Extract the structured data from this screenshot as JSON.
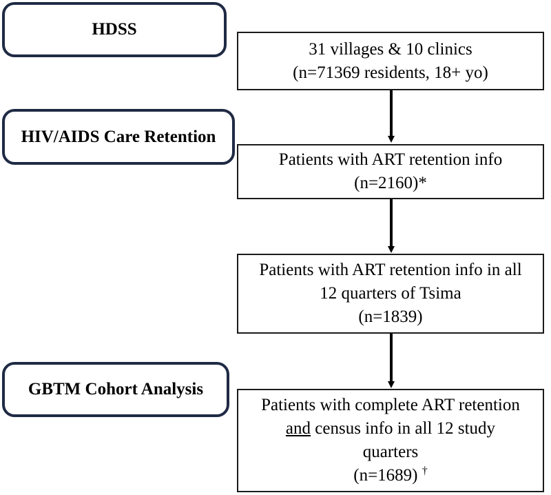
{
  "stages": {
    "hdss": "HDSS",
    "care_retention": "HIV/AIDS Care Retention",
    "gbtm": "GBTM Cohort Analysis"
  },
  "boxes": {
    "b1": {
      "line1": "31 villages & 10 clinics",
      "line2": "(n=71369 residents, 18+ yo)"
    },
    "b2": {
      "line1": "Patients with ART retention info",
      "line2": "(n=2160)*"
    },
    "b3": {
      "line1": "Patients with ART retention info in all",
      "line2": "12 quarters of Tsima",
      "line3": "(n=1839)"
    },
    "b4": {
      "line1": "Patients with complete ART retention",
      "underlined": "and",
      "line2_rest": " census info in all 12 study",
      "line3": "quarters",
      "line4": "(n=1689) ",
      "dagger": "†"
    }
  },
  "colors": {
    "stage_border": "#1f2a44",
    "box_border": "#1a1a1a",
    "arrow": "#000000"
  }
}
